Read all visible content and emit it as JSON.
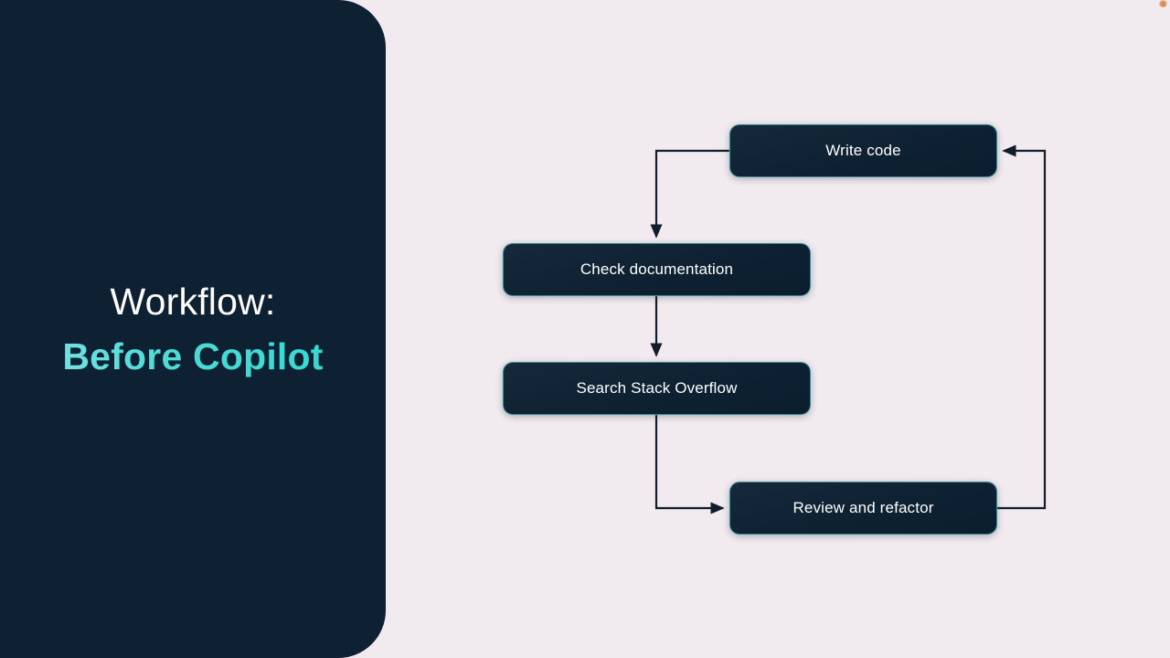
{
  "slide": {
    "background_color": "#f1ebf0",
    "panel_color": "#0e2132",
    "accent_color": "#4fdbd6"
  },
  "sidebar": {
    "title_line_1": "Workflow:",
    "title_line_2": "Before Copilot"
  },
  "flowchart": {
    "nodes": [
      {
        "id": "write-code",
        "label": "Write code"
      },
      {
        "id": "check-docs",
        "label": "Check documentation"
      },
      {
        "id": "search-so",
        "label": "Search Stack Overflow"
      },
      {
        "id": "review-refactor",
        "label": "Review and refactor"
      }
    ],
    "edges": [
      {
        "from": "write-code",
        "to": "check-docs",
        "routing": "left-then-down"
      },
      {
        "from": "check-docs",
        "to": "search-so",
        "routing": "straight-down"
      },
      {
        "from": "search-so",
        "to": "review-refactor",
        "routing": "down-then-right"
      },
      {
        "from": "review-refactor",
        "to": "write-code",
        "routing": "right-then-up-then-left"
      }
    ],
    "node_fill": "#0d2133",
    "node_border": "#70dcdd",
    "connector_color": "#111d2b"
  },
  "artifacts": {
    "corner_dot_color": "#d8823f"
  }
}
